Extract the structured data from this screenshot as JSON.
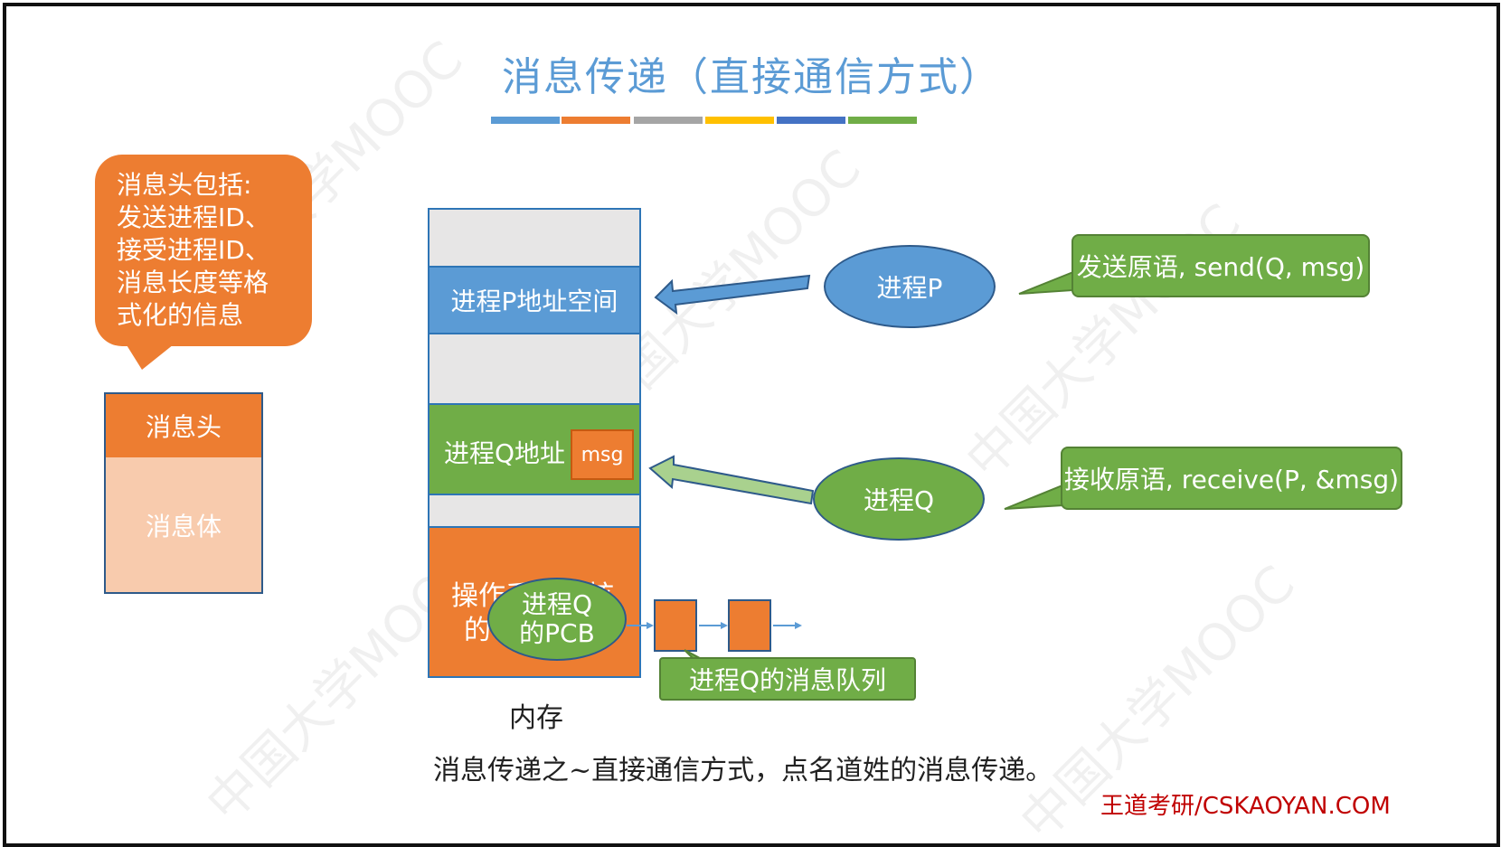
{
  "title": "消息传递（直接通信方式）",
  "title_bar_colors": [
    "#5b9bd5",
    "#ed7d31",
    "#a5a5a5",
    "#ffc000",
    "#4472c4",
    "#70ad47"
  ],
  "left_callout": {
    "lines": [
      "消息头包括:",
      "发送进程ID、",
      "接受进程ID、",
      "消息长度等格",
      "式化的信息"
    ]
  },
  "message_structure": {
    "header": "消息头",
    "body": "消息体"
  },
  "memory": {
    "p_space": "进程P地址空间",
    "q_space": "进程Q地址",
    "msg": "msg",
    "kernel": "操作系统内核的",
    "kernel_line1": "操作系统内核",
    "kernel_line2": "的",
    "label": "内存"
  },
  "processes": {
    "p": "进程P",
    "q": "进程Q"
  },
  "primitives": {
    "send": "发送原语, send(Q, msg)",
    "receive": "接收原语, receive(P, &msg)"
  },
  "pcb": {
    "line1": "进程Q",
    "line2": "的PCB"
  },
  "queue_label": "进程Q的消息队列",
  "caption": "消息传递之~直接通信方式，点名道姓的消息传递。",
  "footer": "王道考研/CSKAOYAN.COM",
  "watermark": "中国大学MOOC",
  "colors": {
    "blue": "#5b9bd5",
    "orange": "#ed7d31",
    "green": "#70ad47",
    "light_orange": "#f8cbad",
    "footer_red": "#c00000"
  }
}
